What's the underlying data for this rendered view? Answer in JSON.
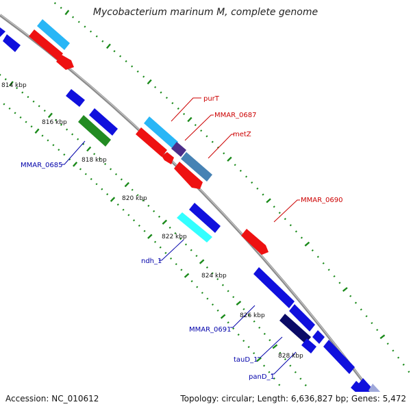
{
  "title": "Mycobacterium marinum M, complete genome",
  "footer": {
    "accession": "Accession: NC_010612",
    "topology": "Topology: circular; Length: 6,636,827 bp; Genes: 5,472"
  },
  "colors": {
    "backbone": "#8c8c8c",
    "tick": "#1a8a1a",
    "label_red": "#cc0000",
    "label_blue": "#0000aa"
  },
  "kbp_labels": [
    {
      "text": "814 kbp"
    },
    {
      "text": "816 kbp"
    },
    {
      "text": "818 kbp"
    },
    {
      "text": "820 kbp"
    },
    {
      "text": "822 kbp"
    },
    {
      "text": "824 kbp"
    },
    {
      "text": "826 kbp"
    },
    {
      "text": "828 kbp"
    }
  ],
  "gene_labels": [
    {
      "text": "purT",
      "color": "red"
    },
    {
      "text": "MMAR_0687",
      "color": "red"
    },
    {
      "text": "metZ",
      "color": "red"
    },
    {
      "text": "MMAR_0690",
      "color": "red"
    },
    {
      "text": "MMAR_0685",
      "color": "blue"
    },
    {
      "text": "ndh_1",
      "color": "blue"
    },
    {
      "text": "MMAR_0691",
      "color": "blue"
    },
    {
      "text": "tauD_1",
      "color": "blue"
    },
    {
      "text": "panD_1",
      "color": "blue"
    }
  ]
}
